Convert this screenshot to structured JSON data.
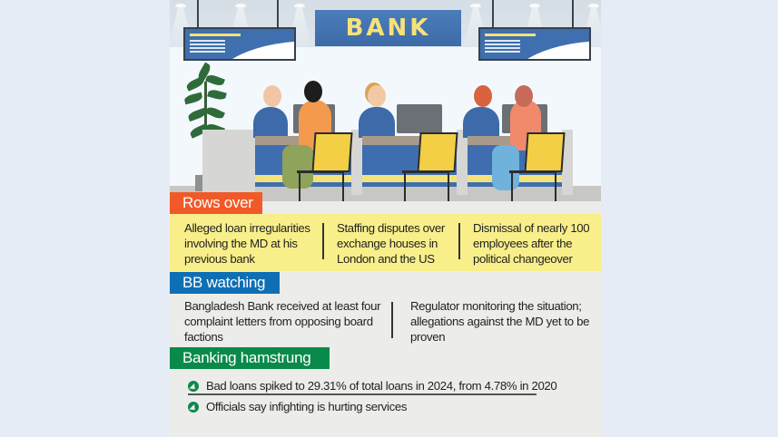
{
  "illustration": {
    "bank_sign": "BANK",
    "colors": {
      "sign_blue": "#3f6fae",
      "sign_text": "#f6e27a",
      "chair_yellow": "#f2cf45",
      "desk_blue": "#3f6eb0"
    }
  },
  "sections": [
    {
      "heading": "Rows over",
      "color": "#f05a28",
      "items": [
        "Alleged loan irregularities involving the MD at his previous bank",
        "Staffing disputes over exchange houses in London and the US",
        "Dismissal of nearly 100 employees after the political changeover"
      ],
      "band_color": "#f8ef8a"
    },
    {
      "heading": "BB watching",
      "color": "#0f6fb5",
      "items": [
        "Bangladesh Bank received at least four complaint letters from opposing board factions",
        "Regulator monitoring the situation; allegations against the MD yet to be proven"
      ]
    },
    {
      "heading": "Banking hamstrung",
      "color": "#0a8a4a",
      "bullet_icon": "green-arrow-circle-icon",
      "items": [
        "Bad loans spiked to 29.31% of total loans in 2024, from 4.78% in 2020",
        "Officials say infighting is hurting services"
      ]
    }
  ]
}
